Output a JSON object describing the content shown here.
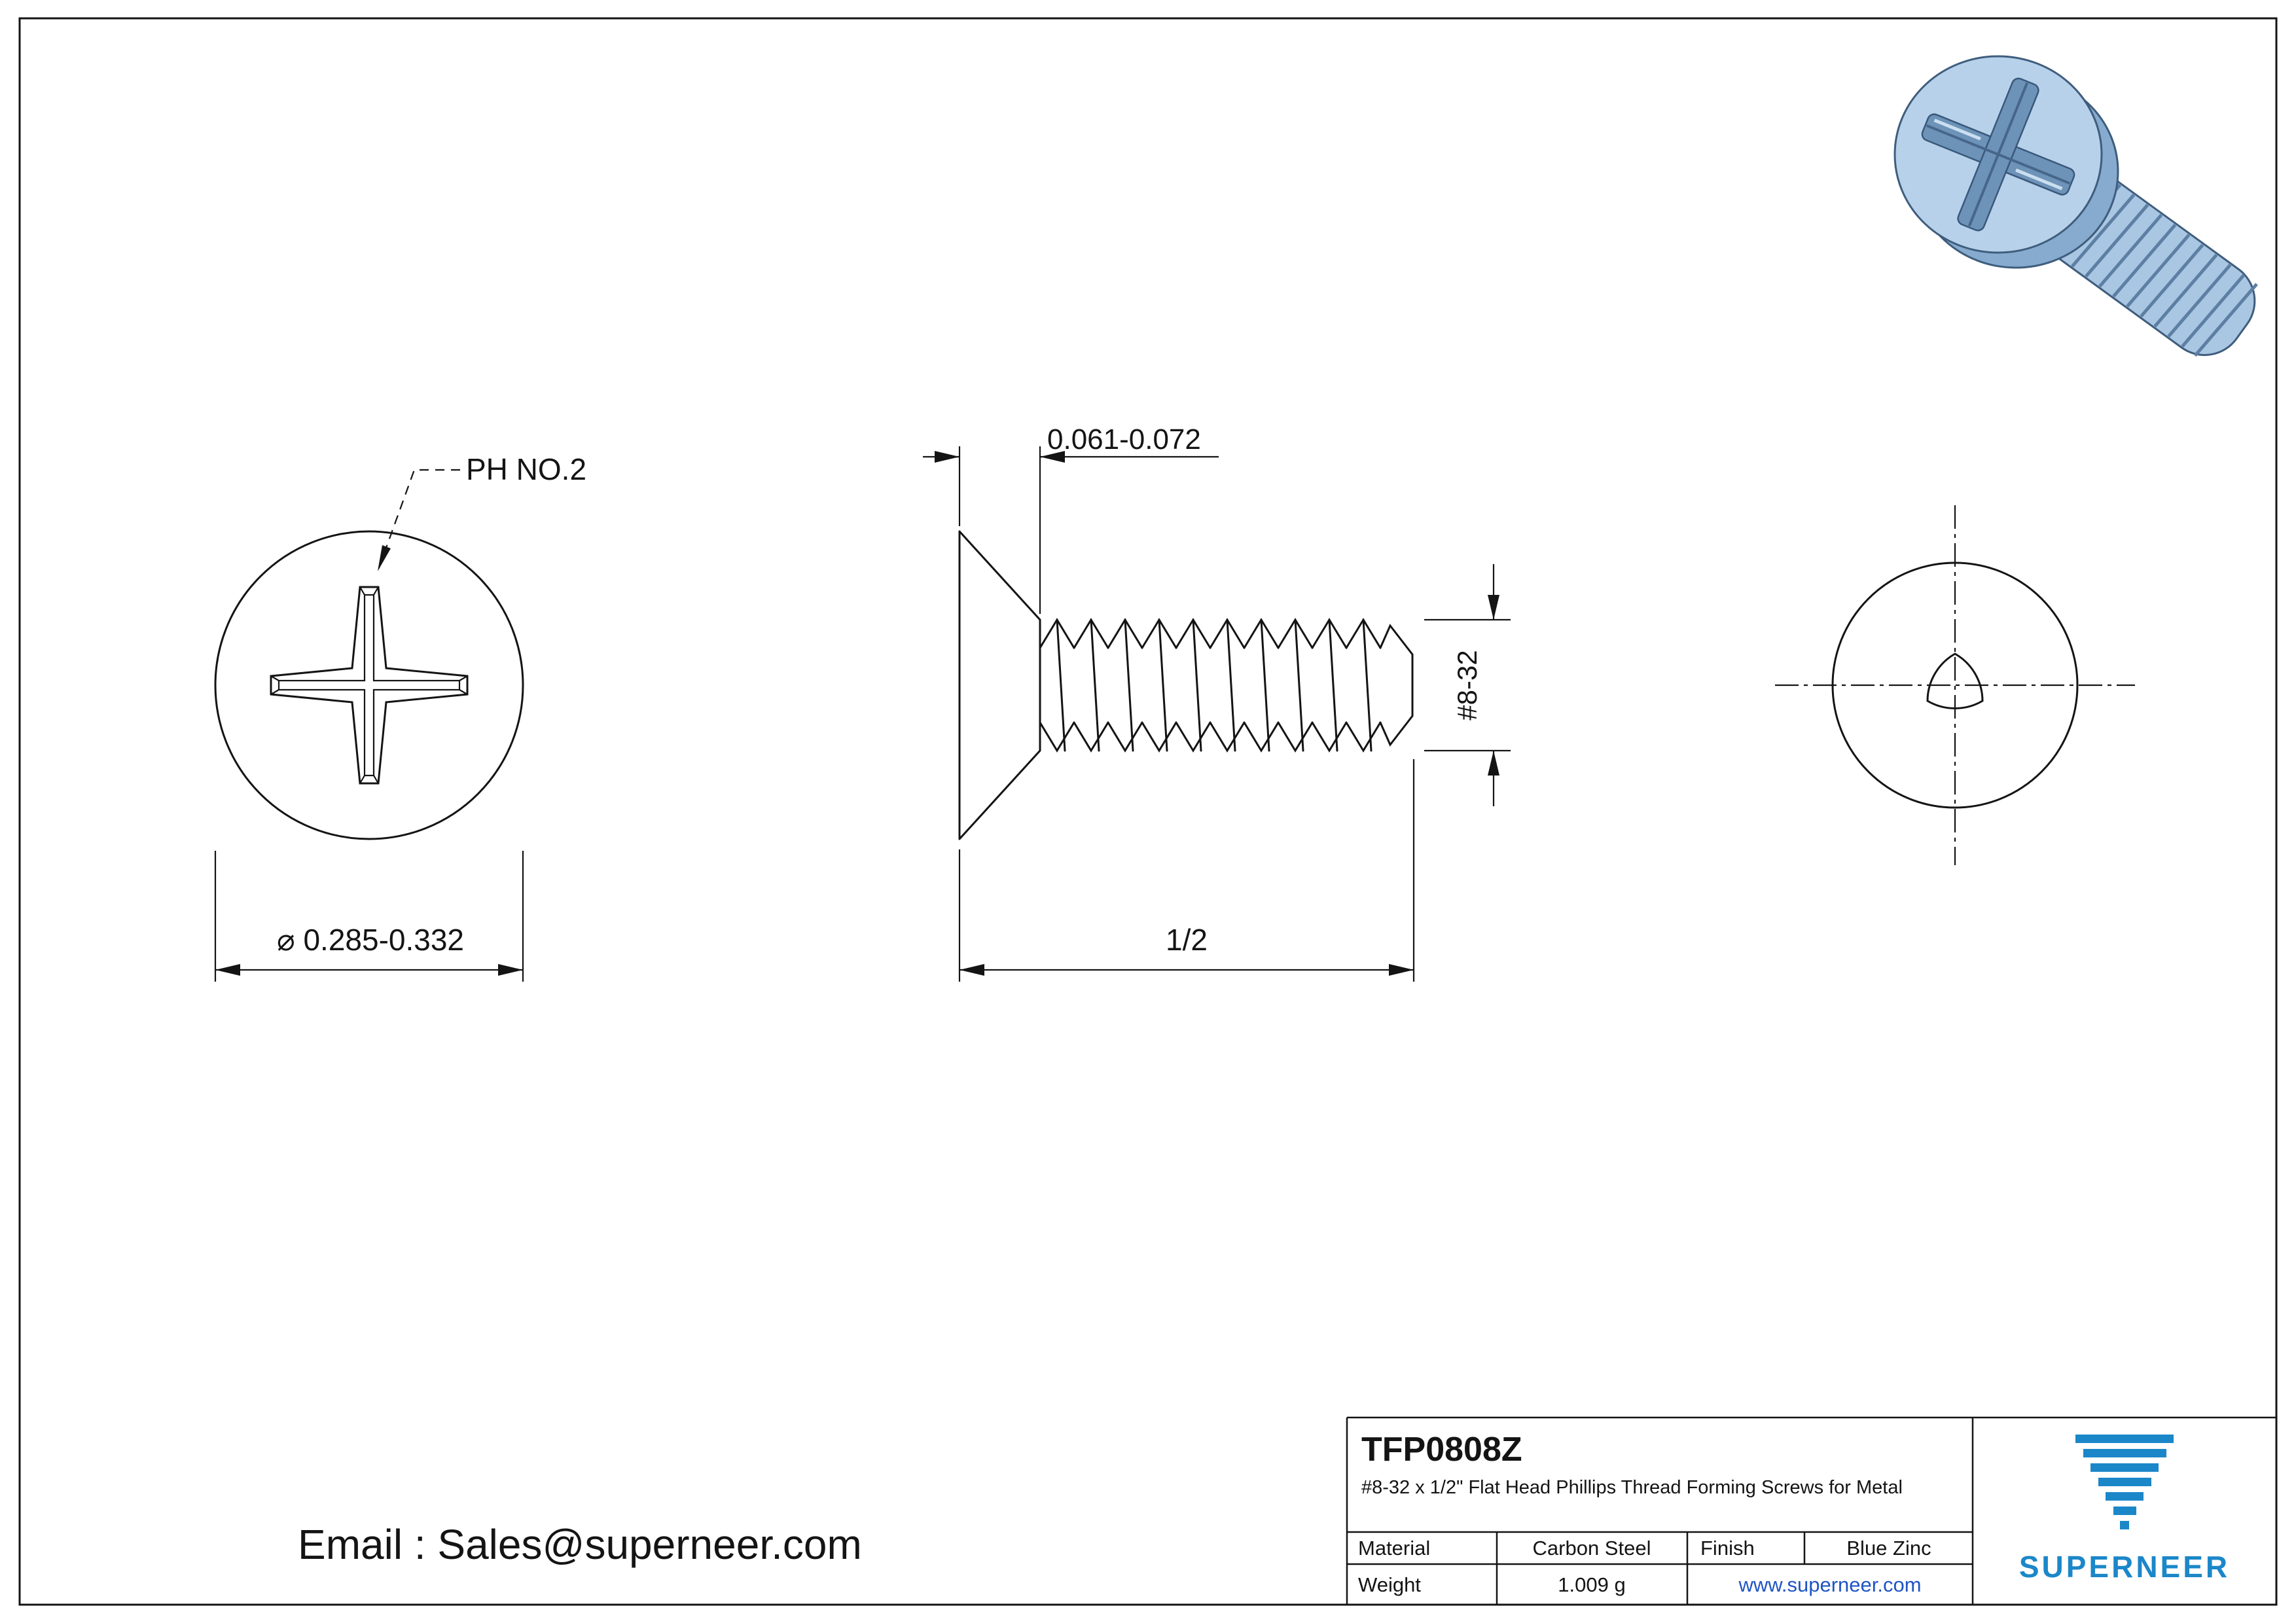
{
  "sheet": {
    "email": "Email : Sales@superneer.com"
  },
  "front_view": {
    "recess_label": "PH NO.2",
    "head_diameter": "⌀ 0.285-0.332"
  },
  "side_view": {
    "head_height": "0.061-0.072",
    "length": "1/2",
    "thread_size": "#8-32"
  },
  "title_block": {
    "part_number": "TFP0808Z",
    "description": "#8-32 x 1/2\" Flat Head Phillips Thread Forming Screws for Metal",
    "material_label": "Material",
    "material_value": "Carbon Steel",
    "finish_label": "Finish",
    "finish_value": "Blue Zinc",
    "weight_label": "Weight",
    "weight_value": "1.009 g",
    "website": "www.superneer.com",
    "brand": "SUPERNEER"
  },
  "colors": {
    "screw_body": "#aac7e3",
    "screw_face": "#b7d1ea",
    "screw_shadow": "#86abce",
    "screw_outline": "#3f5d7d",
    "brand_blue": "#1b87c9",
    "link_blue": "#1f55c4",
    "line_color": "#141414"
  }
}
